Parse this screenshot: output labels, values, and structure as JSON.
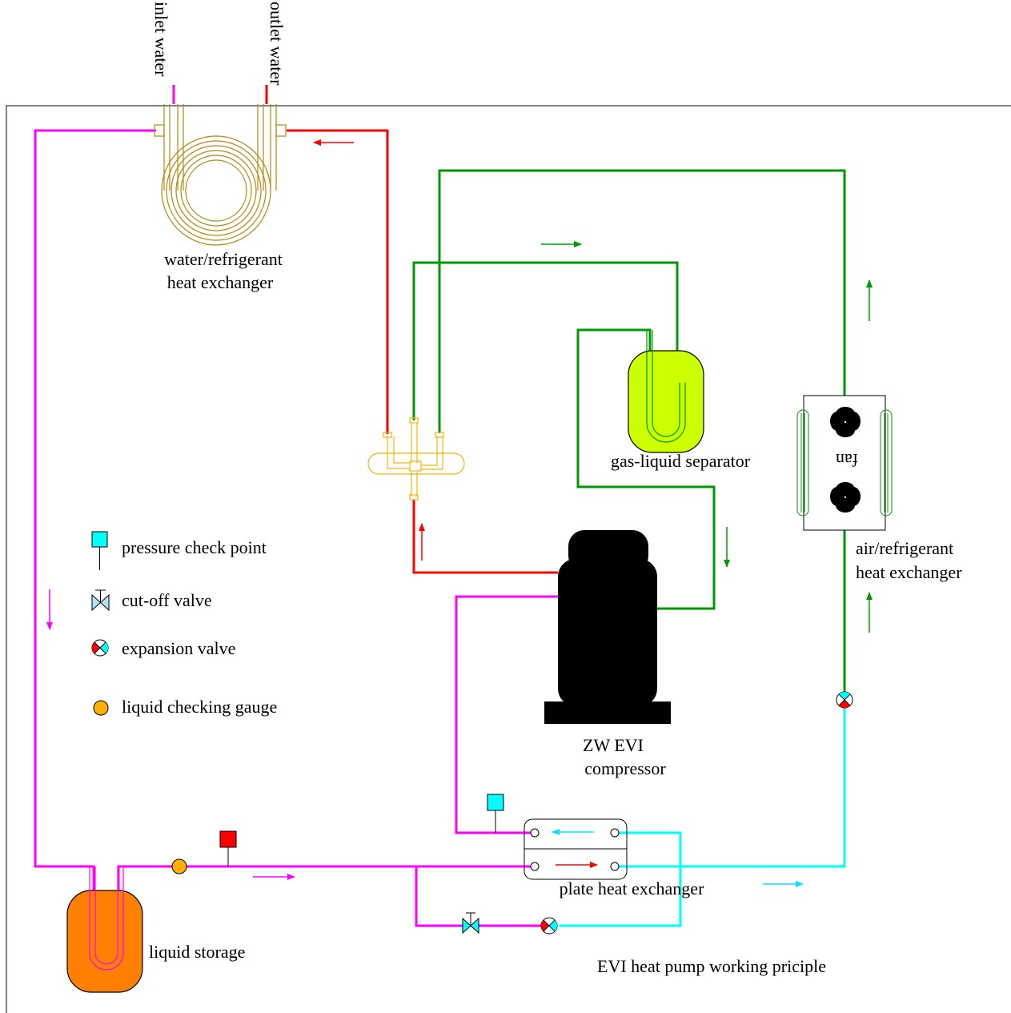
{
  "title": "EVI heat pump working priciple",
  "labels": {
    "inlet_water": "inlet water",
    "outlet_water": "outlet water",
    "water_hx_line1": "water/refrigerant",
    "water_hx_line2": "heat exchanger",
    "gas_liquid_separator": "gas-liquid separator",
    "fan": "fan",
    "air_hx_line1": "air/refrigerant",
    "air_hx_line2": "heat exchanger",
    "compressor_line1": "ZW EVI",
    "compressor_line2": "compressor",
    "plate_hx": "plate heat exchanger",
    "liquid_storage": "liquid storage"
  },
  "legend": [
    {
      "icon": "pressure-check-point-icon",
      "label": "pressure check point"
    },
    {
      "icon": "cut-off-valve-icon",
      "label": "cut-off valve"
    },
    {
      "icon": "expansion-valve-icon",
      "label": "expansion valve"
    },
    {
      "icon": "liquid-checking-gauge-icon",
      "label": "liquid checking gauge"
    }
  ],
  "colors": {
    "hot_gas": "#ff0000",
    "suction_gas": "#009900",
    "liquid": "#ff00ff",
    "cold_liquid": "#00ffff",
    "coil": "#b8860b",
    "compressor": "#000000",
    "separator": "#ccff00",
    "storage": "#ff8000",
    "gauge": "#ffb000"
  }
}
